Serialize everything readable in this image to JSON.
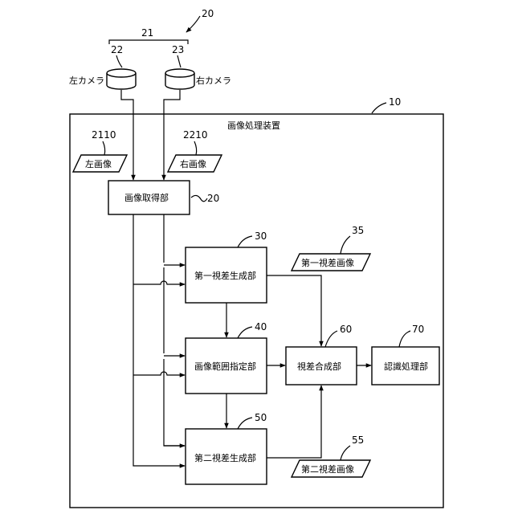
{
  "refs": {
    "system": "20",
    "pair": "21",
    "left_camera": "22",
    "right_camera": "23",
    "device": "10",
    "left_image": "2110",
    "right_image": "2210",
    "acquisition": "20",
    "first_gen": "30",
    "first_image": "35",
    "range_spec": "40",
    "synthesis": "60",
    "recognition": "70",
    "second_gen": "50",
    "second_image": "55"
  },
  "labels": {
    "left_camera": "左カメラ",
    "right_camera": "右カメラ",
    "device": "画像処理装置",
    "left_image": "左画像",
    "right_image": "右画像",
    "acquisition": "画像取得部",
    "first_gen": "第一視差生成部",
    "first_image": "第一視差画像",
    "range_spec": "画像範囲指定部",
    "synthesis": "視差合成部",
    "recognition": "認識処理部",
    "second_gen": "第二視差生成部",
    "second_image": "第二視差画像"
  }
}
